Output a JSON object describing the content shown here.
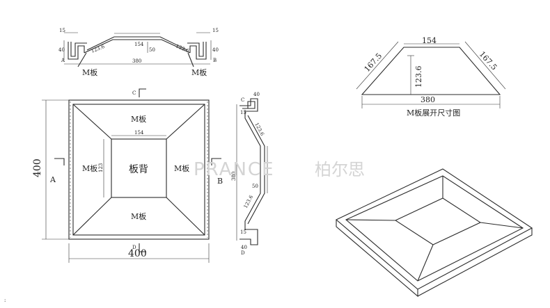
{
  "top_section": {
    "dim_15_left": "15",
    "dim_15_right": "15",
    "dim_40_left": "40",
    "dim_40_right": "40",
    "dim_123_left": "123.6",
    "dim_123_right": "123.6",
    "dim_154": "154",
    "dim_380": "380",
    "dim_50": "50",
    "label_A": "A",
    "label_B": "B",
    "label_m_left": "M板",
    "label_m_right": "M板"
  },
  "plan_view": {
    "label_C": "C",
    "label_D": "D",
    "label_A": "A",
    "label_B": "B",
    "dim_400_v": "400",
    "dim_400_h": "400",
    "dim_154": "154",
    "dim_123": "123",
    "center_label": "板背",
    "m_top": "M板",
    "m_left": "M板",
    "m_right": "M板",
    "m_bottom": "M板"
  },
  "side_section": {
    "label_C": "C",
    "label_D": "D",
    "dim_40_top": "40",
    "dim_15_top": "15",
    "dim_123_top": "123.6",
    "dim_380": "380",
    "dim_50": "50",
    "dim_123_bottom": "123.6",
    "dim_15_bottom": "15",
    "dim_40_bottom": "40"
  },
  "unfold_view": {
    "dim_154": "154",
    "dim_167_left": "167.5",
    "dim_167_right": "167.5",
    "dim_123": "123.6",
    "dim_380": "380",
    "caption": "M板展开尺寸图"
  },
  "watermark": {
    "brand": "PRANCE",
    "brand_cn": "柏尔思"
  },
  "footnote": ":"
}
